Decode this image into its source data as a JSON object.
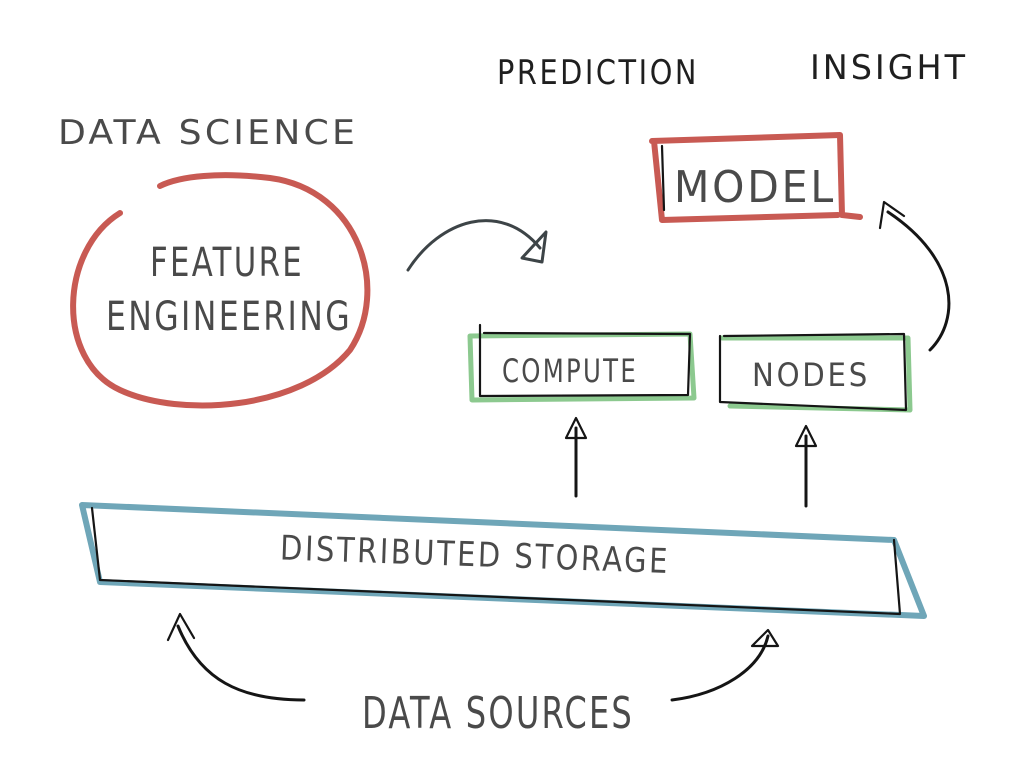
{
  "labels": {
    "data_science": "DATA SCIENCE",
    "prediction": "PREDICTION",
    "insight": "INSIGHT",
    "model": "MODEL",
    "feature_engineering_line1": "FEATURE",
    "feature_engineering_line2": "ENGINEERING",
    "compute": "COMPUTE",
    "nodes": "NODES",
    "distributed_storage": "DISTRIBUTED STORAGE",
    "data_sources": "DATA SOURCES"
  },
  "colors": {
    "model_border": "#c85a53",
    "feature_circle": "#c85a53",
    "compute_nodes_border": "#8cc98f",
    "storage_border": "#6fa6b8",
    "ink": "#151515"
  }
}
